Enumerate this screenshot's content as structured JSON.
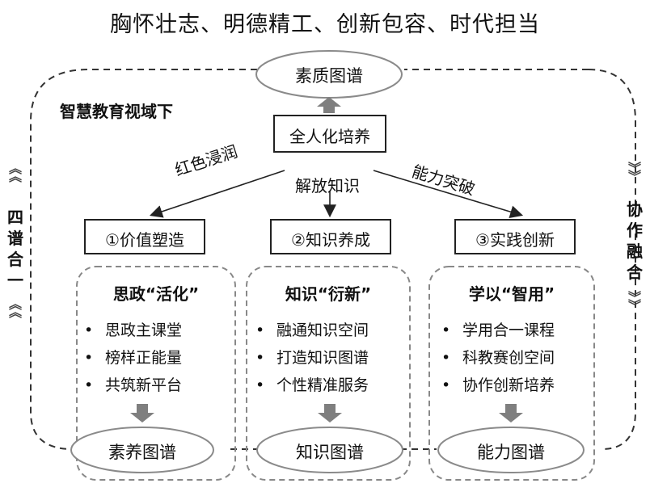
{
  "title": "胸怀壮志、明德精工、创新包容、时代担当",
  "top_ellipse": "素质图谱",
  "context_label": "智慧教育视域下",
  "center_box": "全人化培养",
  "arrows": {
    "left": "红色浸润",
    "middle": "解放知识",
    "right": "能力突破"
  },
  "side_left": [
    "四",
    "谱",
    "合",
    "一"
  ],
  "side_right": [
    "协",
    "作",
    "融",
    "合"
  ],
  "columns": [
    {
      "box": "①价值塑造",
      "heading": "思政“活化”",
      "bullets": [
        "思政主课堂",
        "榜样正能量",
        "共筑新平台"
      ],
      "ellipse": "素养图谱"
    },
    {
      "box": "②知识养成",
      "heading": "知识“衍新”",
      "bullets": [
        "融通知识空间",
        "打造知识图谱",
        "个性精准服务"
      ],
      "ellipse": "知识图谱"
    },
    {
      "box": "③实践创新",
      "heading": "学以“智用”",
      "bullets": [
        "学用合一课程",
        "科教赛创空间",
        "协作创新培养"
      ],
      "ellipse": "能力图谱"
    }
  ],
  "bullet_symbol": "•",
  "colors": {
    "stroke": "#222222",
    "dash": "#777777",
    "ellipse": "#888888",
    "arrow_fill": "#7f7f7f"
  }
}
